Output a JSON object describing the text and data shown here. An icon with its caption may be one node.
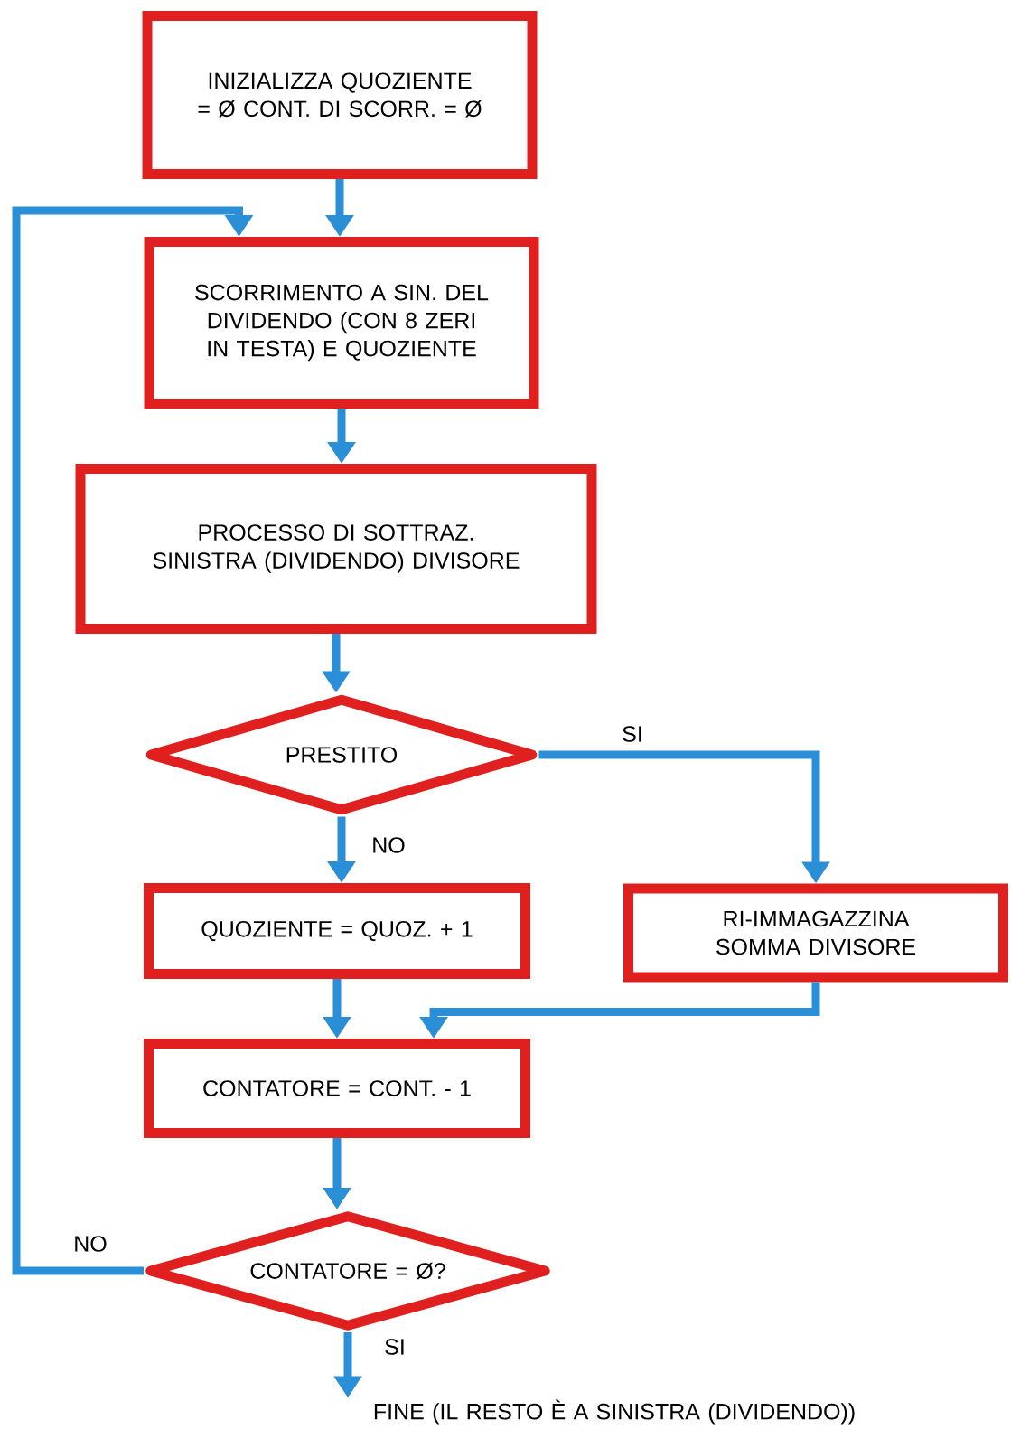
{
  "diagram": {
    "nodes": [
      {
        "text": [
          "INIZIALIZZA QUOZIENTE = Ø CONT. DI SCORR. = Ø"
        ]
      },
      {
        "text": [
          "SCORRIMENTO A SIN. DEL DIVIDENDO (CON 8 ZERI IN TESTA) E QUOZIENTE"
        ]
      },
      {
        "text": [
          "PROCESSO DI SOTTRAZ. SINISTRA (DIVIDENDO) DIVISORE"
        ]
      },
      {
        "text": [
          "PRESTITO"
        ]
      },
      {
        "text": [
          "QUOZIENTE = QUOZ. + 1"
        ]
      },
      {
        "text": [
          "RI-IMMAGAZZINA SOMMA DIVISORE"
        ]
      },
      {
        "text": [
          "CONTATORE = CONT. - 1"
        ]
      },
      {
        "text": [
          "CONTATORE = Ø?"
        ]
      },
      {
        "text": [
          "FINE (IL RESTO È A SINISTRA (DIVIDENDO))"
        ]
      }
    ],
    "edges": [
      {
        "from": 0,
        "to": 1,
        "arrow": "to"
      },
      {
        "from": 1,
        "to": 2,
        "arrow": "to"
      },
      {
        "from": 2,
        "to": 3,
        "arrow": "to"
      },
      {
        "from": 3,
        "to": 4,
        "arrow": "to",
        "label": "NO"
      },
      {
        "from": 3,
        "to": 5,
        "arrow": "to",
        "label": "SI"
      },
      {
        "from": 4,
        "to": 6,
        "arrow": "to"
      },
      {
        "from": 5,
        "to": 6,
        "arrow": "to"
      },
      {
        "from": 6,
        "to": 7,
        "arrow": "to"
      },
      {
        "from": 7,
        "to": 1,
        "arrow": "to",
        "label": "NO"
      },
      {
        "from": 7,
        "to": 8,
        "arrow": "to",
        "label": "SI"
      }
    ]
  }
}
